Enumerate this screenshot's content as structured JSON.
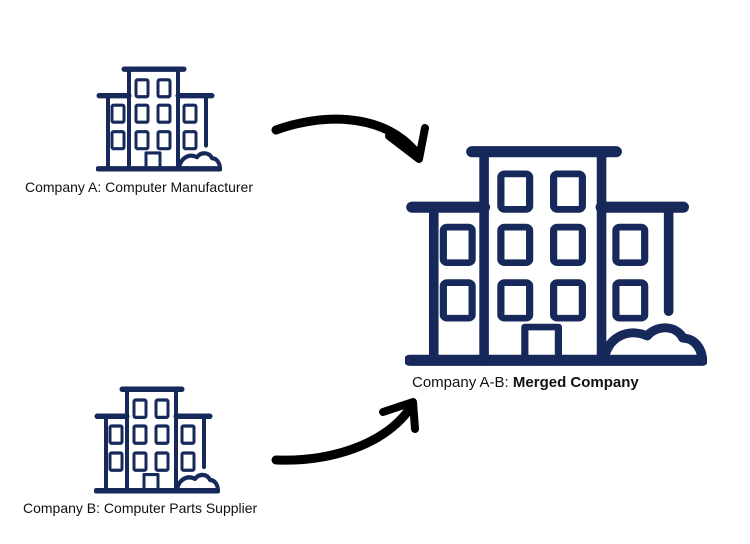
{
  "colors": {
    "building": "#16295a",
    "arrow": "#000000",
    "text": "#111111"
  },
  "companies": {
    "a": {
      "label": "Company A: Computer Manufacturer",
      "icon": "building-icon"
    },
    "b": {
      "label": "Company B: Computer Parts Supplier",
      "icon": "building-icon"
    },
    "merged": {
      "label_prefix": "Company A-B: ",
      "label_bold": "Merged Company",
      "icon": "building-icon"
    }
  },
  "arrows": [
    {
      "name": "arrow-a-to-merged",
      "icon": "curved-arrow-icon"
    },
    {
      "name": "arrow-b-to-merged",
      "icon": "curved-arrow-icon"
    }
  ]
}
